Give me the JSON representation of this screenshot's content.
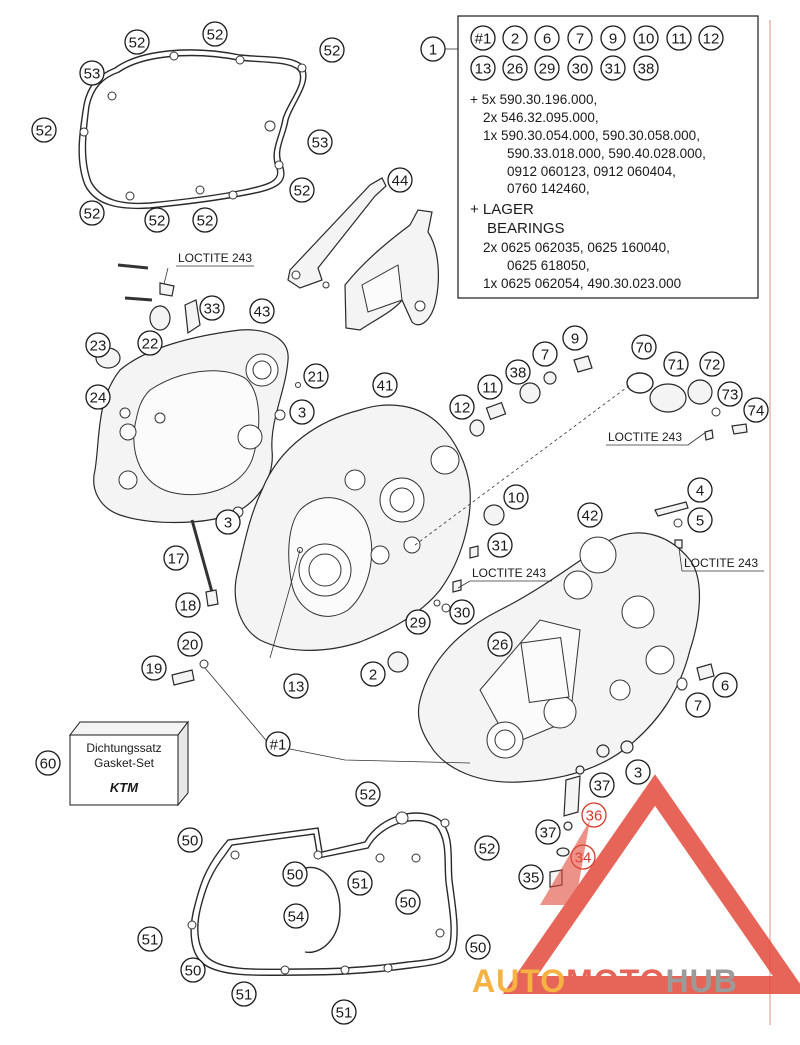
{
  "diagram": {
    "loctite_label": "LOCTITE 243",
    "gasket_set": {
      "line1": "Dichtungssatz",
      "line2": "Gasket-Set",
      "logo": "KTM"
    },
    "info_box": {
      "ref_numbers": [
        "#1",
        "2",
        "6",
        "7",
        "9",
        "10",
        "11",
        "12",
        "13",
        "26",
        "29",
        "30",
        "31",
        "38"
      ],
      "lines": [
        "+ 5x 590.30.196.000,",
        "2x 546.32.095.000,",
        "1x 590.30.054.000, 590.30.058.000,",
        "590.33.018.000, 590.40.028.000,",
        "0912 060123, 0912 060404,",
        "0760 142460,"
      ],
      "lager_heading": "+ LAGER",
      "bearings_heading": "BEARINGS",
      "bearing_lines": [
        "2x 0625 062035, 0625 160040,",
        "0625 618050,",
        "1x 0625 062054, 490.30.023.000"
      ]
    },
    "callouts": [
      "52",
      "52",
      "52",
      "52",
      "52",
      "52",
      "52",
      "52",
      "53",
      "53",
      "44",
      "23",
      "22",
      "33",
      "43",
      "21",
      "24",
      "3",
      "3",
      "41",
      "11",
      "38",
      "7",
      "9",
      "70",
      "71",
      "72",
      "73",
      "74",
      "12",
      "10",
      "4",
      "5",
      "42",
      "31",
      "17",
      "18",
      "20",
      "19",
      "13",
      "2",
      "29",
      "30",
      "26",
      "6",
      "7",
      "3",
      "37",
      "36",
      "37",
      "34",
      "35",
      "60",
      "1",
      "#1",
      "52",
      "50",
      "52",
      "50",
      "51",
      "50",
      "54",
      "51",
      "50",
      "50",
      "51",
      "51"
    ],
    "watermark": {
      "part1": "AUTO",
      "part2": "MOTO",
      "part3": "HUB"
    },
    "colors": {
      "line": "#1a1a1a",
      "watermark_red": "#e24a3b",
      "watermark_orange": "#f5a623",
      "watermark_gray": "#8a8a8a"
    }
  }
}
